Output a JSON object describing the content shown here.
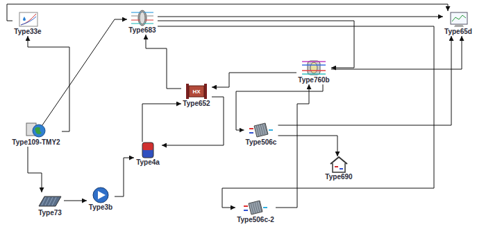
{
  "diagram": {
    "nodes": [
      {
        "text": [
          "Type33e"
        ]
      },
      {
        "text": [
          "Type683"
        ]
      },
      {
        "text": [
          "Type65d"
        ]
      },
      {
        "text": [
          "Type760b"
        ]
      },
      {
        "text": [
          "HX",
          "Type652"
        ]
      },
      {
        "text": [
          "Type109-TMY2"
        ]
      },
      {
        "text": [
          "Type506c"
        ]
      },
      {
        "text": [
          "Type4a"
        ]
      },
      {
        "text": [
          "Type690"
        ]
      },
      {
        "text": [
          "Type73"
        ]
      },
      {
        "text": [
          "Type3b"
        ]
      },
      {
        "text": [
          "Type506c-2"
        ]
      }
    ],
    "edges": [
      {
        "from": 5,
        "to": 0,
        "arrow": "to"
      },
      {
        "from": 5,
        "to": 1,
        "arrow": "to"
      },
      {
        "from": 5,
        "to": 9,
        "arrow": "to"
      },
      {
        "from": 0,
        "to": 2,
        "arrow": "to"
      },
      {
        "from": 1,
        "to": 2,
        "arrow": "to"
      },
      {
        "from": 1,
        "to": 11,
        "arrow": "to"
      },
      {
        "from": 1,
        "to": 3,
        "arrow": "to"
      },
      {
        "from": 9,
        "to": 10,
        "arrow": "to"
      },
      {
        "from": 10,
        "to": 7,
        "arrow": "to"
      },
      {
        "from": 7,
        "to": 4,
        "arrow": "to"
      },
      {
        "from": 4,
        "to": 7,
        "arrow": "to"
      },
      {
        "from": 4,
        "to": 1,
        "arrow": "to"
      },
      {
        "from": 3,
        "to": 4,
        "arrow": "to"
      },
      {
        "from": 3,
        "to": 6,
        "arrow": "to"
      },
      {
        "from": 6,
        "to": 8,
        "arrow": "to"
      },
      {
        "from": 6,
        "to": 2,
        "arrow": "to"
      },
      {
        "from": 11,
        "to": 3,
        "arrow": "to"
      },
      {
        "from": 3,
        "to": 2,
        "arrow": "to"
      }
    ]
  }
}
